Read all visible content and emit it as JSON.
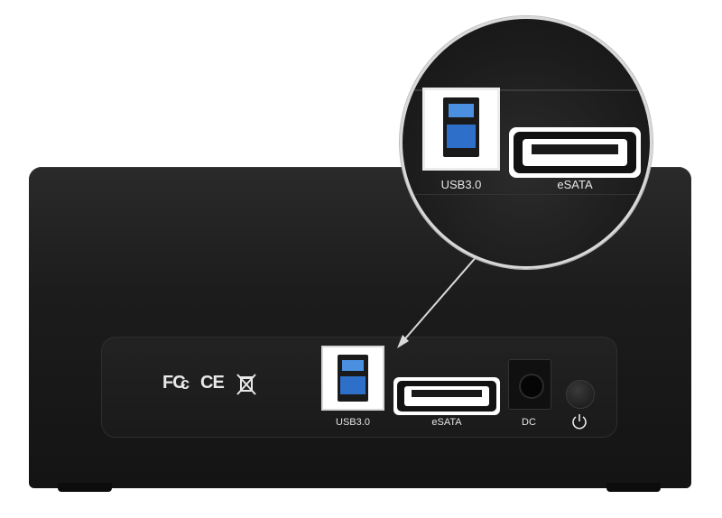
{
  "ports": {
    "usb_label": "USB3.0",
    "esata_label": "eSATA",
    "dc_label": "DC"
  },
  "zoom": {
    "usb_label": "USB3.0",
    "esata_label": "eSATA"
  },
  "certifications": {
    "fcc": "FC",
    "ce": "CE",
    "weee": "⌧"
  },
  "colors": {
    "dock_body": "#1c1c1c",
    "usb_blue": "#3b7fd6",
    "label_text": "#e6e6e6"
  },
  "icons": {
    "power": "power-icon",
    "weee": "weee-bin-icon"
  }
}
